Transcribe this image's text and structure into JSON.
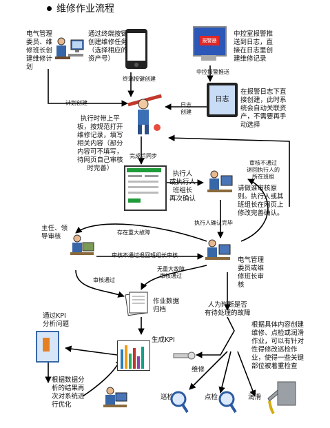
{
  "title": "维修作业流程",
  "boxes": {
    "manager_create": [
      "电气管理",
      "委员、维",
      "修班长创",
      "建维修计",
      "划"
    ],
    "terminal_scan": [
      "通过终端按键",
      "创建维修任务",
      "（选择相应的",
      "资产号）"
    ],
    "control_room": [
      "中控室报警推",
      "送到日志，直",
      "接在日志里创",
      "建维修记录"
    ],
    "log_direct": [
      "在报警日志下直",
      "接创建，此时系",
      "统会自动关联资",
      "产，不需要再手",
      "动选择"
    ],
    "worker_fill": [
      "执行时带上平",
      "板，按规范打开",
      "维修记录，填写",
      "相关内容（部分",
      "内容可不填写，",
      "待网页自己审核",
      "时完善）"
    ],
    "exec_confirm": [
      "执行人",
      "或执行人",
      "班组长",
      "再次确认"
    ],
    "review_principle": [
      "请做谁审核原",
      "则。执行人或其",
      "班组长在网页上",
      "修改完善确认。"
    ],
    "supervisor_review": [
      "主任、领",
      "导审核"
    ],
    "manager_review": [
      "电气管理",
      "委员或维",
      "修班长审",
      "核"
    ],
    "archive": [
      "作业数据",
      "归档"
    ],
    "kpi": [
      "通过KPI",
      "分析问题"
    ],
    "gen_kpi": "生成KPI",
    "optimize": [
      "根据数据分",
      "析的结果再",
      "次对系统进",
      "行优化"
    ],
    "judge": [
      "人为判断是否",
      "有待处理的故障"
    ],
    "create_tasks": [
      "根据具体内容创建",
      "维修、点检或润滑",
      "作业，可以有针对",
      "性得修改巡检作",
      "业，使得一些关键",
      "部位被着重检查"
    ]
  },
  "edge_labels": {
    "terminal_created": "终端按键创建",
    "plan_created": "计划创建",
    "log_created": [
      "日志",
      "创建"
    ],
    "alarm_push": "中控报警推送",
    "sync_done": "完成后同步",
    "reject_back": [
      "审核不通过",
      "退回执行人的",
      "所在班组"
    ],
    "exec_confirm_done": "执行人确认完毕",
    "major_fault": "存在重大故障",
    "reject_to_team": "审核不通过退回班组长审核",
    "no_major_fault": [
      "无重大故障",
      "审核通过"
    ],
    "review_pass": "审核通过"
  },
  "icons": {
    "log_screen": "日志",
    "alarm_screen": "报警器"
  },
  "tasks": {
    "repair": "维修",
    "patrol": "巡检",
    "spot_check": "点检",
    "lubricate": "润滑"
  }
}
